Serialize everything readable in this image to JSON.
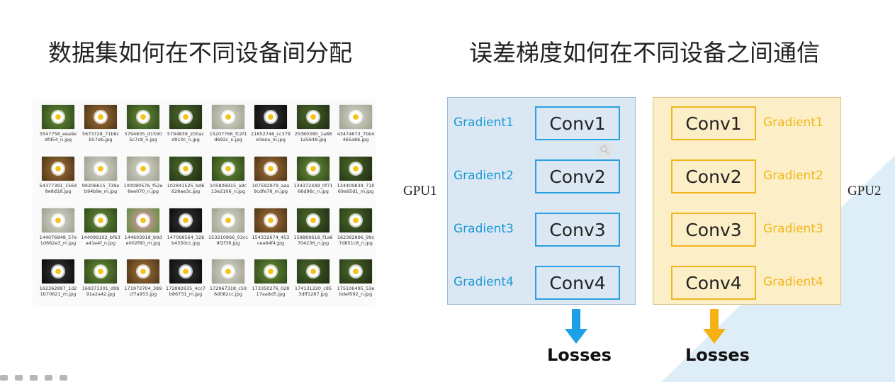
{
  "titles": {
    "left": "数据集如何在不同设备间分配",
    "right": "误差梯度如何在不同设备之间通信"
  },
  "thumbnails": [
    {
      "name": "5547758_eea9edfd54_n.jpg",
      "tone": "t-green"
    },
    {
      "name": "5673728_71b8cb57eb.jpg",
      "tone": "t-brown"
    },
    {
      "name": "5794835_d15905c7c8_n.jpg",
      "tone": "t-green"
    },
    {
      "name": "5794839_200acd910c_n.jpg",
      "tone": "t-dark"
    },
    {
      "name": "15207766_fc2f1d692c_n.jpg",
      "tone": "t-light"
    },
    {
      "name": "21652746_cc379e0eea_m.jpg",
      "tone": "t-black"
    },
    {
      "name": "25360380_1a881a5648.jpg",
      "tone": "t-dark"
    },
    {
      "name": "43474673_7bb4465a86.jpg",
      "tone": "t-light"
    },
    {
      "name": "54377391_15648e8d18.jpg",
      "tone": "t-brown"
    },
    {
      "name": "99306615_739eb94b9e_m.jpg",
      "tone": "t-light"
    },
    {
      "name": "100080576_f52e8ee070_n.jpg",
      "tone": "t-light"
    },
    {
      "name": "102841525_bd6628ae3c.jpg",
      "tone": "t-dark"
    },
    {
      "name": "105806915_a9c13e2106_n.jpg",
      "tone": "t-green"
    },
    {
      "name": "107592979_aaa9cdfe78_m.jpg",
      "tone": "t-brown"
    },
    {
      "name": "134372449_0f7166d96c_n.jpg",
      "tone": "t-green"
    },
    {
      "name": "134409839_71069a95d1_m.jpg",
      "tone": "t-dark"
    },
    {
      "name": "144076848_57e1d662e3_m.jpg",
      "tone": "t-light"
    },
    {
      "name": "144099102_bf63a41e4f_n.jpg",
      "tone": "t-green"
    },
    {
      "name": "144603918_b9de002f60_m.jpg",
      "tone": "t-pink"
    },
    {
      "name": "147068564_32bb4350cc.jpg",
      "tone": "t-black"
    },
    {
      "name": "153210866_03cc9f2f36.jpg",
      "tone": "t-light"
    },
    {
      "name": "154332674_453cea64f4.jpg",
      "tone": "t-brown"
    },
    {
      "name": "158869618_f1a6704236_n.jpg",
      "tone": "t-dark"
    },
    {
      "name": "162362896_99c7d851c8_n.jpg",
      "tone": "t-dark"
    },
    {
      "name": "162362897_1d21b70621_m.jpg",
      "tone": "t-black"
    },
    {
      "name": "169371301_d9b91a2a42.jpg",
      "tone": "t-green"
    },
    {
      "name": "171972704_389cf7a953.jpg",
      "tone": "t-brown"
    },
    {
      "name": "172882635_4cc7b86731_m.jpg",
      "tone": "t-black"
    },
    {
      "name": "172967318_c596d082cc.jpg",
      "tone": "t-light"
    },
    {
      "name": "173350276_02817aa8d5.jpg",
      "tone": "t-green"
    },
    {
      "name": "174131220_c853dff1287.jpg",
      "tone": "t-dark"
    },
    {
      "name": "175106495_53ebdef092_n.jpg",
      "tone": "t-dark"
    }
  ],
  "gpu1": {
    "label": "GPU1",
    "convs": [
      "Conv1",
      "Conv2",
      "Conv3",
      "Conv4"
    ],
    "gradients": [
      "Gradient1",
      "Gradient2",
      "Gradient3",
      "Gradient4"
    ],
    "losses": "Losses",
    "color": "#1a9ad6"
  },
  "gpu2": {
    "label": "GPU2",
    "convs": [
      "Conv1",
      "Conv2",
      "Conv3",
      "Conv4"
    ],
    "gradients": [
      "Gradient1",
      "Gradient2",
      "Gradient3",
      "Gradient4"
    ],
    "losses": "Losses",
    "color": "#f2b71d"
  },
  "icons": {
    "zoom": "magnifier-icon",
    "player": [
      "prev-icon",
      "play-icon",
      "next-icon",
      "pen-icon",
      "settings-icon"
    ]
  }
}
